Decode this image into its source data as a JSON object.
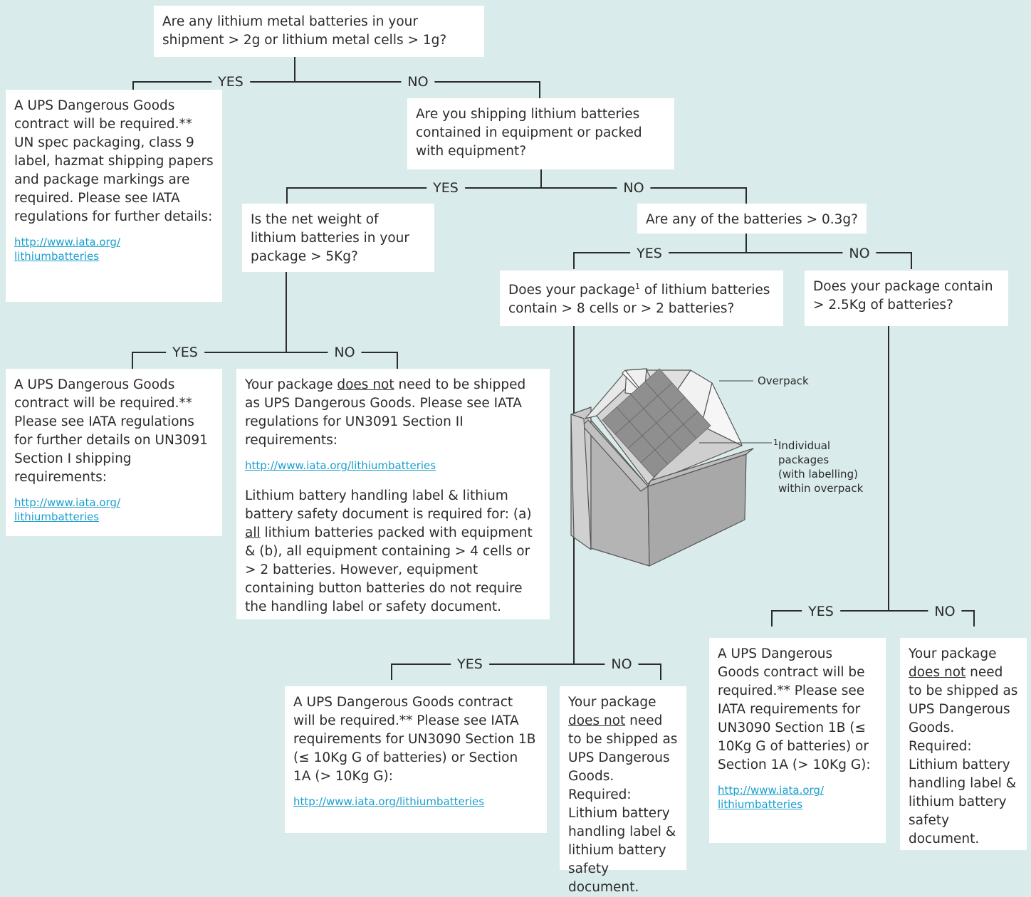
{
  "q1": "Are any lithium metal batteries in your shipment > 2g or lithium metal cells > 1g?",
  "q2": "Are you shipping lithium batteries contained in equipment or packed with equipment?",
  "q3": "Is the net weight of lithium batteries in your package > 5Kg?",
  "q4": "Are any of the batteries > 0.3g?",
  "q5": {
    "pre": "Does your package",
    "sup": "1",
    "post": " of lithium batteries contain > 8 cells or > 2 batteries?"
  },
  "q6": "Does your package contain > 2.5Kg of batteries?",
  "yes": "YES",
  "no": "NO",
  "a1": {
    "text": "A UPS Dangerous Goods contract will be required.** UN spec packaging, class 9 label, hazmat shipping papers and package markings are required. Please see IATA regulations for further details:",
    "link1": "http://www.iata.org/",
    "link2": "lithiumbatteries"
  },
  "a2": {
    "text": "A UPS Dangerous Goods contract will be required.** Please see IATA regulations for further details on UN3091 Section I shipping requirements:",
    "link1": "http://www.iata.org/",
    "link2": "lithiumbatteries"
  },
  "a3": {
    "t1": "Your package ",
    "u1": "does not",
    "t2": " need to be shipped as UPS Dangerous Goods. Please see IATA regulations for UN3091 Section II requirements:",
    "link": "http://www.iata.org/lithiumbatteries",
    "t3": "Lithium battery handling label & lithium battery safety document is required for: (a) ",
    "u2": "all",
    "t4": " lithium batteries packed with equipment & (b), all equipment containing > 4 cells or > 2 batteries. However, equipment containing button batteries do not require the handling label or safety document."
  },
  "a4": {
    "text": "A UPS Dangerous Goods contract will be required.** Please see IATA requirements for UN3090 Section 1B (≤ 10Kg G of batteries) or Section 1A (> 10Kg G):",
    "link": "http://www.iata.org/lithiumbatteries"
  },
  "a5": {
    "t1": "Your package ",
    "u1": "does not",
    "t2": " need to be shipped as UPS Dangerous Goods. Required: Lithium battery handling label & lithium battery safety document."
  },
  "a6": {
    "text": "A UPS Dangerous Goods contract will be required.** Please see IATA requirements for UN3090 Section 1B (≤ 10Kg G of batteries) or Section 1A (> 10Kg G):",
    "link1": "http://www.iata.org/",
    "link2": "lithiumbatteries"
  },
  "a7": {
    "t1": "Your package ",
    "u1": "does not",
    "t2": " need to be shipped as UPS Dangerous Goods. Required: Lithium battery handling label & lithium battery safety document."
  },
  "illustration": {
    "overpack": "Overpack",
    "note_num": "1",
    "note1": "Individual",
    "note2": "packages",
    "note3": "(with labelling)",
    "note4": "within overpack"
  }
}
